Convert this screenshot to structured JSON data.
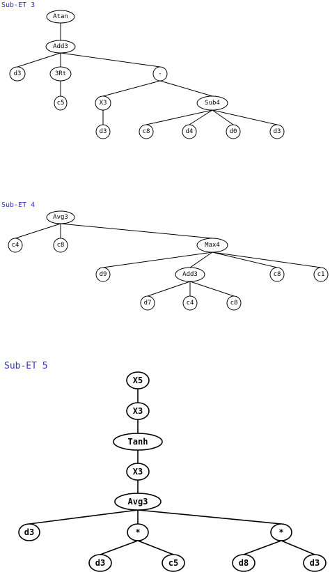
{
  "trees": [
    {
      "title": "Sub-ET 3",
      "nodes": [
        {
          "id": "a",
          "label": "Atan"
        },
        {
          "id": "b",
          "label": "Add3"
        },
        {
          "id": "c",
          "label": "d3"
        },
        {
          "id": "d",
          "label": "3Rt"
        },
        {
          "id": "e",
          "label": "c5"
        },
        {
          "id": "f",
          "label": "-"
        },
        {
          "id": "g",
          "label": "X3"
        },
        {
          "id": "h",
          "label": "d3"
        },
        {
          "id": "i",
          "label": "Sub4"
        },
        {
          "id": "j",
          "label": "c8"
        },
        {
          "id": "k",
          "label": "d4"
        },
        {
          "id": "l",
          "label": "d0"
        },
        {
          "id": "m",
          "label": "d3"
        }
      ],
      "edges": [
        [
          "a",
          "b"
        ],
        [
          "b",
          "c"
        ],
        [
          "b",
          "d"
        ],
        [
          "b",
          "f"
        ],
        [
          "d",
          "e"
        ],
        [
          "f",
          "g"
        ],
        [
          "f",
          "i"
        ],
        [
          "g",
          "h"
        ],
        [
          "i",
          "j"
        ],
        [
          "i",
          "k"
        ],
        [
          "i",
          "l"
        ],
        [
          "i",
          "m"
        ]
      ]
    },
    {
      "title": "Sub-ET 4",
      "nodes": [
        {
          "id": "a",
          "label": "Avg3"
        },
        {
          "id": "b",
          "label": "c4"
        },
        {
          "id": "c",
          "label": "c8"
        },
        {
          "id": "d",
          "label": "Max4"
        },
        {
          "id": "e",
          "label": "d9"
        },
        {
          "id": "f",
          "label": "Add3"
        },
        {
          "id": "g",
          "label": "c8"
        },
        {
          "id": "h",
          "label": "c1"
        },
        {
          "id": "i",
          "label": "d7"
        },
        {
          "id": "j",
          "label": "c4"
        },
        {
          "id": "k",
          "label": "c8"
        }
      ],
      "edges": [
        [
          "a",
          "b"
        ],
        [
          "a",
          "c"
        ],
        [
          "a",
          "d"
        ],
        [
          "d",
          "e"
        ],
        [
          "d",
          "f"
        ],
        [
          "d",
          "g"
        ],
        [
          "d",
          "h"
        ],
        [
          "f",
          "i"
        ],
        [
          "f",
          "j"
        ],
        [
          "f",
          "k"
        ]
      ]
    },
    {
      "title": "Sub-ET 5",
      "nodes": [
        {
          "id": "a",
          "label": "X5"
        },
        {
          "id": "b",
          "label": "X3"
        },
        {
          "id": "c",
          "label": "Tanh"
        },
        {
          "id": "d",
          "label": "X3"
        },
        {
          "id": "e",
          "label": "Avg3"
        },
        {
          "id": "f",
          "label": "d3"
        },
        {
          "id": "g",
          "label": "*"
        },
        {
          "id": "h",
          "label": "*"
        },
        {
          "id": "i",
          "label": "d3"
        },
        {
          "id": "j",
          "label": "c5"
        },
        {
          "id": "k",
          "label": "d8"
        },
        {
          "id": "l",
          "label": "d3"
        }
      ],
      "edges": [
        [
          "a",
          "b"
        ],
        [
          "b",
          "c"
        ],
        [
          "c",
          "d"
        ],
        [
          "d",
          "e"
        ],
        [
          "e",
          "f"
        ],
        [
          "e",
          "g"
        ],
        [
          "e",
          "h"
        ],
        [
          "g",
          "i"
        ],
        [
          "g",
          "j"
        ],
        [
          "h",
          "k"
        ],
        [
          "h",
          "l"
        ]
      ]
    }
  ]
}
